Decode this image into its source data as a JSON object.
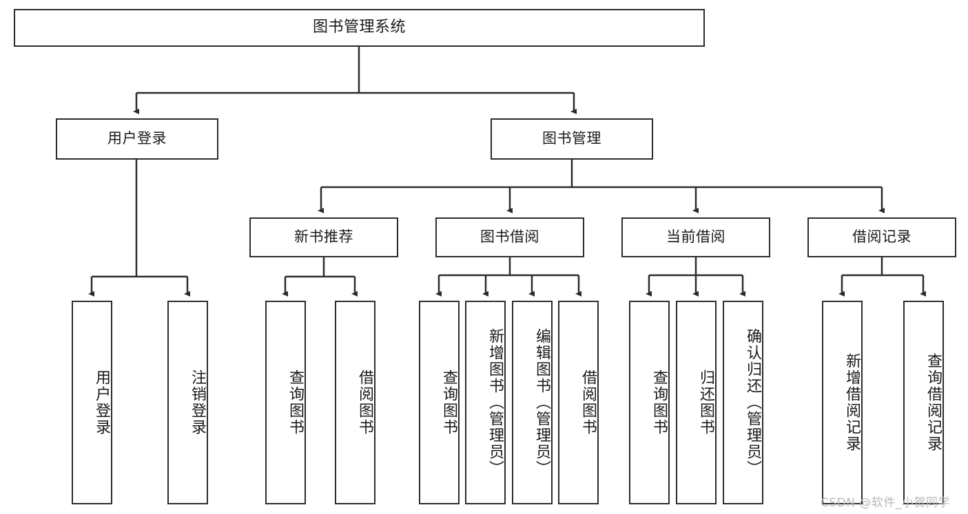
{
  "diagram": {
    "title": "图书管理系统",
    "type": "tree-hierarchy",
    "root": {
      "id": "root",
      "label": "图书管理系统"
    },
    "level2": [
      {
        "id": "user-login",
        "label": "用户登录"
      },
      {
        "id": "book-manage",
        "label": "图书管理"
      }
    ],
    "level3": [
      {
        "id": "new-book-rec",
        "label": "新书推荐"
      },
      {
        "id": "book-borrow",
        "label": "图书借阅"
      },
      {
        "id": "current-borrow",
        "label": "当前借阅"
      },
      {
        "id": "borrow-record",
        "label": "借阅记录"
      }
    ],
    "leaves": {
      "user-login": [
        {
          "id": "leaf-user-login",
          "label": "用户登录"
        },
        {
          "id": "leaf-user-logout",
          "label": "注销登录"
        }
      ],
      "new-book-rec": [
        {
          "id": "leaf-query-book-1",
          "label": "查询图书"
        },
        {
          "id": "leaf-borrow-book-1",
          "label": "借阅图书"
        }
      ],
      "book-borrow": [
        {
          "id": "leaf-query-book-2",
          "label": "查询图书"
        },
        {
          "id": "leaf-add-book",
          "label": "新增图书（管理员）"
        },
        {
          "id": "leaf-edit-book",
          "label": "编辑图书（管理员）"
        },
        {
          "id": "leaf-borrow-book-2",
          "label": "借阅图书"
        }
      ],
      "current-borrow": [
        {
          "id": "leaf-query-book-3",
          "label": "查询图书"
        },
        {
          "id": "leaf-return-book",
          "label": "归还图书"
        },
        {
          "id": "leaf-confirm-return",
          "label": "确认归还（管理员）"
        }
      ],
      "borrow-record": [
        {
          "id": "leaf-add-record",
          "label": "新增借阅记录"
        },
        {
          "id": "leaf-query-record",
          "label": "查询借阅记录"
        }
      ]
    }
  },
  "watermark": {
    "text": "CSDN @软件_小贺同学"
  },
  "colors": {
    "stroke": "#2b2b2b",
    "background": "#ffffff",
    "text": "#1a1a1a",
    "watermark": "#b9b9b9"
  }
}
